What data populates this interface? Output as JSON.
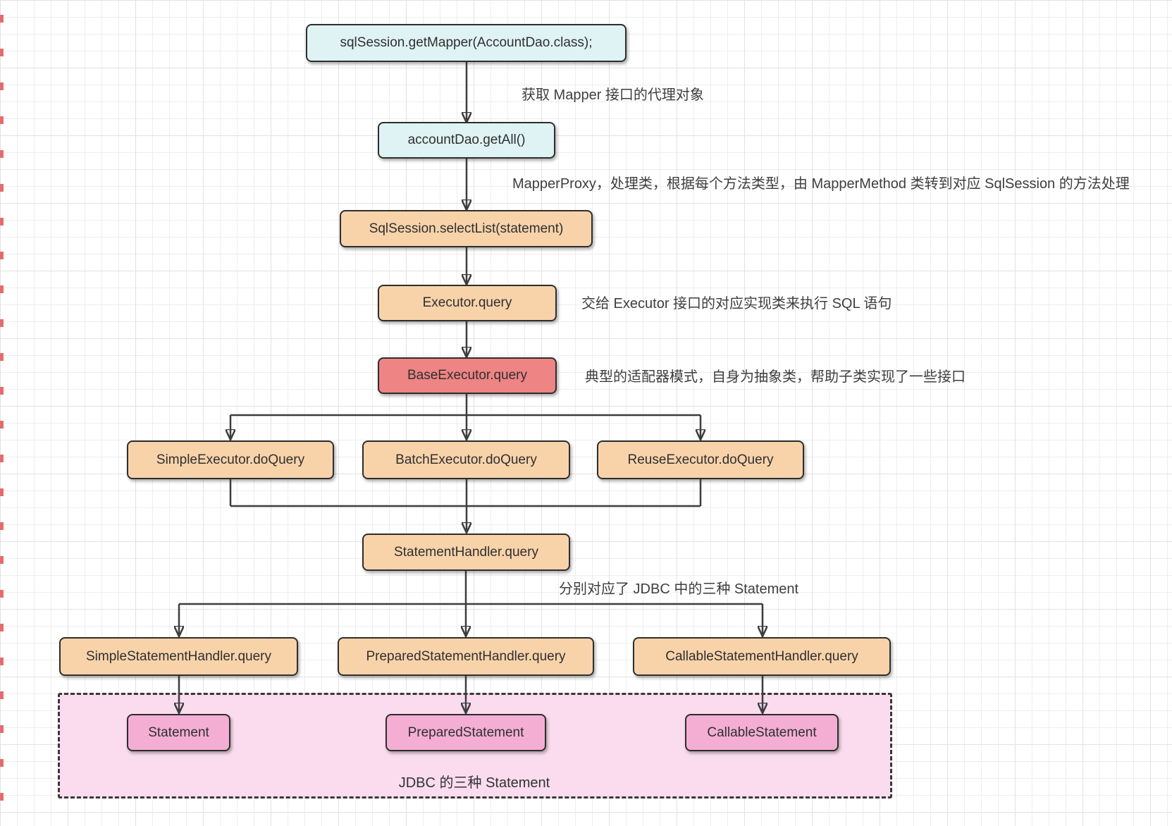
{
  "diagram": {
    "nodes": {
      "getMapper": {
        "label": "sqlSession.getMapper(AccountDao.class);"
      },
      "getAll": {
        "label": "accountDao.getAll()"
      },
      "selectList": {
        "label": "SqlSession.selectList(statement)"
      },
      "executorQuery": {
        "label": "Executor.query"
      },
      "baseExecutorQuery": {
        "label": "BaseExecutor.query"
      },
      "simpleExecutor": {
        "label": "SimpleExecutor.doQuery"
      },
      "batchExecutor": {
        "label": "BatchExecutor.doQuery"
      },
      "reuseExecutor": {
        "label": "ReuseExecutor.doQuery"
      },
      "statementHandler": {
        "label": "StatementHandler.query"
      },
      "simpleStatementHandler": {
        "label": "SimpleStatementHandler.query"
      },
      "preparedStatementHandler": {
        "label": "PreparedStatementHandler.query"
      },
      "callableStatementHandler": {
        "label": "CallableStatementHandler.query"
      },
      "statement": {
        "label": "Statement"
      },
      "preparedStatement": {
        "label": "PreparedStatement"
      },
      "callableStatement": {
        "label": "CallableStatement"
      }
    },
    "annotations": {
      "proxyNote": "获取 Mapper 接口的代理对象",
      "mapperProxyNote": "MapperProxy，处理类，根据每个方法类型，由 MapperMethod 类转到对应 SqlSession 的方法处理",
      "executorNote": "交给 Executor 接口的对应实现类来执行 SQL 语句",
      "adapterNote": "典型的适配器模式，自身为抽象类，帮助子类实现了一些接口",
      "jdbcNote": "分别对应了 JDBC 中的三种 Statement",
      "containerLabel": "JDBC 的三种 Statement"
    },
    "colors": {
      "cyan_fill": "#dff3f4",
      "orange_fill": "#f8d3aa",
      "red_fill": "#ee8484",
      "pink_container_fill": "#fadcee",
      "pink_fill": "#f4aed4",
      "node_border": "#2e2e2e",
      "connector_line": "#3d3d3d",
      "annotation_text": "#3e3e3e",
      "grid_line": "#eeeeee",
      "edge_mark": "#e36d6d"
    }
  }
}
